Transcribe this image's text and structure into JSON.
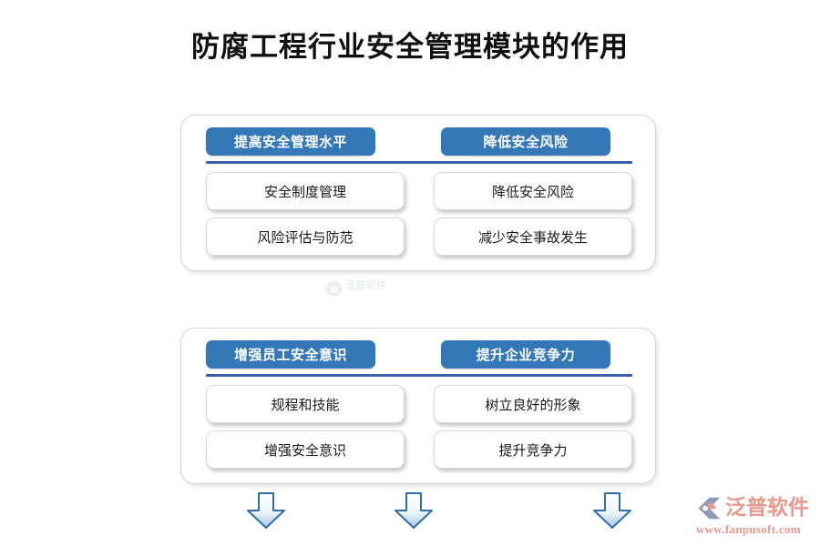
{
  "page": {
    "title": "防腐工程行业安全管理模块的作用",
    "background_color": "#ffffff",
    "accent_color": "#3478B8",
    "divider_color": "#3A5FAA"
  },
  "panels": [
    {
      "id": "panel-1",
      "headers": [
        {
          "label": "提高安全管理水平"
        },
        {
          "label": "降低安全风险"
        }
      ],
      "items": [
        {
          "label": "安全制度管理"
        },
        {
          "label": "降低安全风险"
        },
        {
          "label": "风险评估与防范"
        },
        {
          "label": "减少安全事故发生"
        }
      ]
    },
    {
      "id": "panel-2",
      "headers": [
        {
          "label": "增强员工安全意识"
        },
        {
          "label": "提升企业竞争力"
        }
      ],
      "items": [
        {
          "label": "规程和技能"
        },
        {
          "label": "树立良好的形象"
        },
        {
          "label": "增强安全意识"
        },
        {
          "label": "提升竞争力"
        }
      ]
    }
  ],
  "arrows": [
    {
      "name": "down-arrow-1",
      "direction": "down"
    },
    {
      "name": "down-arrow-2",
      "direction": "down"
    },
    {
      "name": "down-arrow-3",
      "direction": "down"
    }
  ],
  "watermark": {
    "cn": "泛普软件",
    "en": "FANPU SOFTWARE"
  },
  "brand": {
    "cn": "泛普软件",
    "url": "www.fanpusoft.com",
    "text_color": "#E8998D",
    "mark_color": "#8E9BB5"
  }
}
